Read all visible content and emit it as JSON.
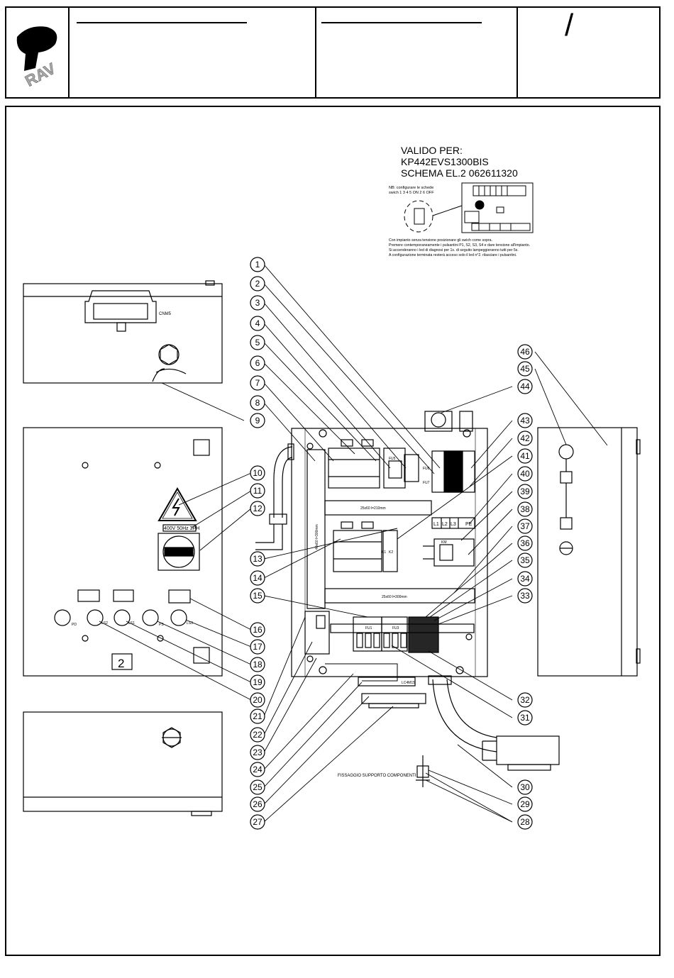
{
  "title_block": {
    "logo_text": "RAV",
    "sheet_mark": "/"
  },
  "valid_note": {
    "line1": "VALIDO PER:",
    "line2": "KP442EVS1300BIS",
    "line3": "SCHEMA EL.2  062611320",
    "switch_note_1": "NB: configurare le schede",
    "switch_note_2": "swich 1 3 4 5 ON 2 6 OFF",
    "instructions": [
      "Con impianto senza tensione posizionare gli swich come sopra.",
      "Premere contemporaneamente i pulsantini P1, S2, S3, S4 e dare tensione all'impianto.",
      "Si accenderanno i led di diagnosi per 1s. di seguito lampeggieranno tutti per 5s.",
      "A configurazione terminata resterà acceso solo il led n°2. rilasciare i pulsantini."
    ]
  },
  "connector_label": "CNM5",
  "voltage_label": "400V 50Hz 3PH",
  "panel_number": "2",
  "lamp_labels": [
    "PD",
    "LS2",
    "LS1",
    "PS",
    "LS3"
  ],
  "duct_labels": {
    "top": "25x60 l=210mm",
    "bottom": "25x60 l=300mm",
    "vertical": "40x60 l=300mm"
  },
  "component_labels": {
    "fu5": "FU5",
    "fu1": "FU1",
    "fu3": "FU3",
    "fu6": "FU6",
    "fu7": "FU7",
    "k1": "K1",
    "k2": "K2",
    "km": "KM",
    "l1": "L1",
    "l2": "L2",
    "l3": "L3",
    "pe": "PE",
    "lower_right": "LC4M15"
  },
  "fixing_label": "FISSAGGIO SUPPORTO COMPONENTI",
  "callouts": [
    "1",
    "2",
    "3",
    "4",
    "5",
    "6",
    "7",
    "8",
    "9",
    "10",
    "11",
    "12",
    "13",
    "14",
    "15",
    "16",
    "17",
    "18",
    "19",
    "20",
    "21",
    "22",
    "23",
    "24",
    "25",
    "26",
    "27",
    "28",
    "29",
    "30",
    "31",
    "32",
    "33",
    "34",
    "35",
    "36",
    "37",
    "38",
    "39",
    "40",
    "41",
    "42",
    "43",
    "44",
    "45",
    "46"
  ]
}
